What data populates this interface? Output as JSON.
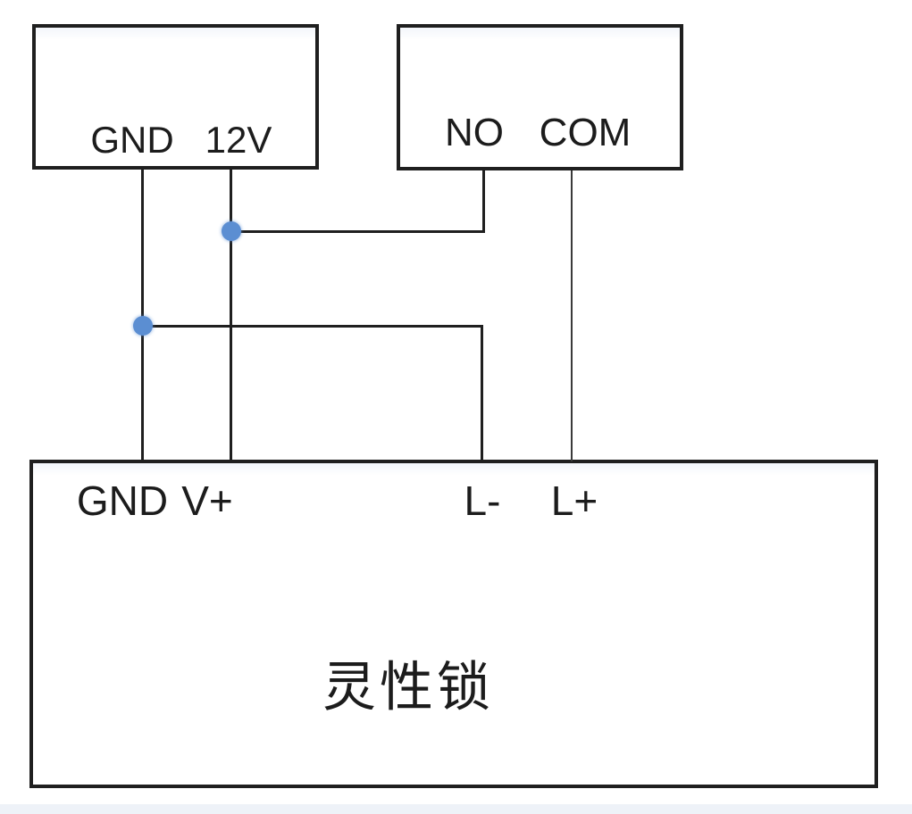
{
  "colors": {
    "background": "#ffffff",
    "wire": "#1f1f1f",
    "junction_dot": "#5b8ed2"
  },
  "boxes": {
    "power": {
      "terminals": {
        "gnd": "GND",
        "v12": "12V"
      }
    },
    "relay": {
      "terminals": {
        "no": "NO",
        "com": "COM"
      }
    },
    "lock": {
      "terminals": {
        "gnd": "GND",
        "vplus": "V+",
        "lminus": "L-",
        "lplus": "L+"
      },
      "name": "灵性锁"
    }
  }
}
